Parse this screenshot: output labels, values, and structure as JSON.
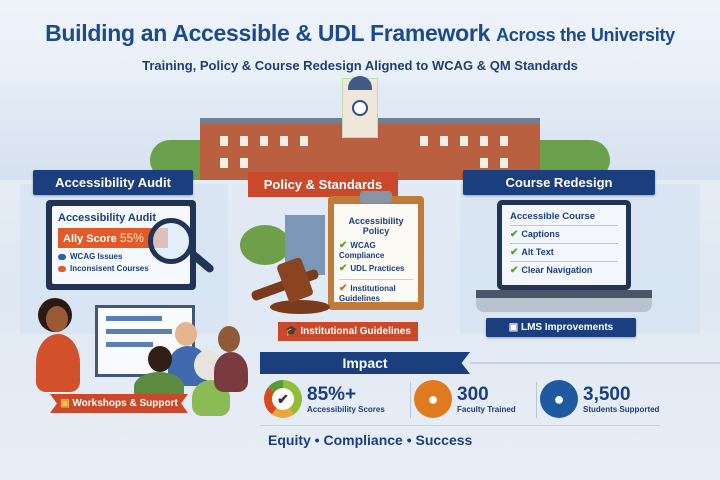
{
  "header": {
    "title_main": "Building an Accessible & UDL Framework",
    "title_tail": "Across the University",
    "subtitle": "Training, Policy & Course Redesign Aligned to WCAG & QM Standards"
  },
  "audit": {
    "banner": "Accessibility Audit",
    "screen_title": "Accessibility Audit",
    "score_label": "Ally Score",
    "score_value": "55%",
    "items": [
      "WCAG Issues",
      "Inconsisent Courses"
    ]
  },
  "policy": {
    "banner": "Policy & Standards",
    "doc_title": "Accessibility Policy",
    "items": [
      "WCAG Compliance",
      "UDL Practices",
      "Institutional Guidelines"
    ],
    "ribbon": "Institutional Guidelines"
  },
  "redesign": {
    "banner": "Course Redesign",
    "screen_title": "Accessible Course",
    "items": [
      "Captions",
      "Alt Text",
      "Clear Navigation"
    ],
    "ribbon": "LMS Improvements"
  },
  "workshops": {
    "ribbon": "Workshops & Support"
  },
  "impact": {
    "banner": "Impact",
    "stats": [
      {
        "value": "85%+",
        "label": "Accessibility Scores",
        "icon": "check-gauge-icon",
        "color": "#5a9a32"
      },
      {
        "value": "300",
        "label": "Faculty Trained",
        "icon": "faculty-group-icon",
        "color": "#e07a1f"
      },
      {
        "value": "3,500",
        "label": "Students Supported",
        "icon": "students-group-icon",
        "color": "#1f5aa0"
      }
    ]
  },
  "footer": {
    "tagline": "Equity • Compliance • Success"
  },
  "colors": {
    "navy": "#1b3f7e",
    "orange": "#c9492a",
    "green": "#5aa02c"
  }
}
